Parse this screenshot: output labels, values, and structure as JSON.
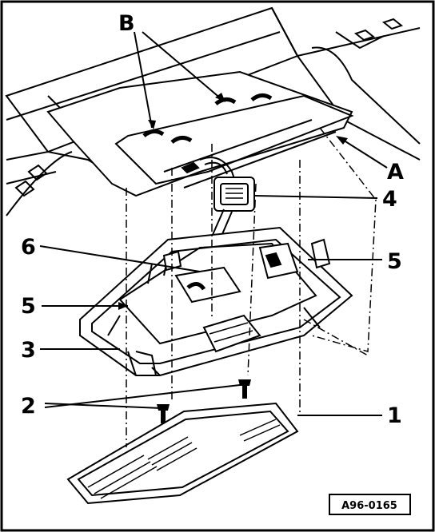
{
  "labels": {
    "B": "B",
    "A": "A",
    "n4": "4",
    "n6": "6",
    "n5_right": "5",
    "n5_left": "5",
    "n3": "3",
    "n2": "2",
    "n1": "1"
  },
  "reference_code": "A96-0165"
}
